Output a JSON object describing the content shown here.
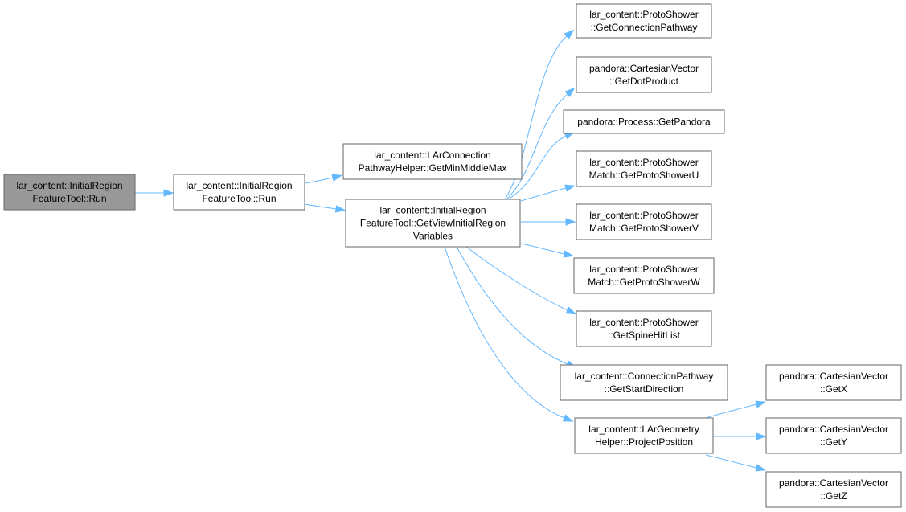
{
  "diagram": {
    "type": "call-graph",
    "colors": {
      "edge": "#63b8ff",
      "node_border": "#666666",
      "node_fill": "#ffffff",
      "root_fill": "#999999",
      "text": "#000000"
    },
    "nodes": [
      {
        "id": "root",
        "lines": [
          "lar_content::InitialRegion",
          "FeatureTool::Run"
        ],
        "highlighted": true
      },
      {
        "id": "run",
        "lines": [
          "lar_content::InitialRegion",
          "FeatureTool::Run"
        ]
      },
      {
        "id": "minmid",
        "lines": [
          "lar_content::LArConnection",
          "PathwayHelper::GetMinMiddleMax"
        ]
      },
      {
        "id": "getview",
        "lines": [
          "lar_content::InitialRegion",
          "FeatureTool::GetViewInitialRegion",
          "Variables"
        ]
      },
      {
        "id": "connpath",
        "lines": [
          "lar_content::ProtoShower",
          "::GetConnectionPathway"
        ]
      },
      {
        "id": "dot",
        "lines": [
          "pandora::CartesianVector",
          "::GetDotProduct"
        ]
      },
      {
        "id": "pandora",
        "lines": [
          "pandora::Process::GetPandora"
        ]
      },
      {
        "id": "psu",
        "lines": [
          "lar_content::ProtoShower",
          "Match::GetProtoShowerU"
        ]
      },
      {
        "id": "psv",
        "lines": [
          "lar_content::ProtoShower",
          "Match::GetProtoShowerV"
        ]
      },
      {
        "id": "psw",
        "lines": [
          "lar_content::ProtoShower",
          "Match::GetProtoShowerW"
        ]
      },
      {
        "id": "spine",
        "lines": [
          "lar_content::ProtoShower",
          "::GetSpineHitList"
        ]
      },
      {
        "id": "startdir",
        "lines": [
          "lar_content::ConnectionPathway",
          "::GetStartDirection"
        ]
      },
      {
        "id": "project",
        "lines": [
          "lar_content::LArGeometry",
          "Helper::ProjectPosition"
        ]
      },
      {
        "id": "getx",
        "lines": [
          "pandora::CartesianVector",
          "::GetX"
        ]
      },
      {
        "id": "gety",
        "lines": [
          "pandora::CartesianVector",
          "::GetY"
        ]
      },
      {
        "id": "getz",
        "lines": [
          "pandora::CartesianVector",
          "::GetZ"
        ]
      }
    ],
    "edges": [
      {
        "from": "root",
        "to": "run"
      },
      {
        "from": "run",
        "to": "minmid"
      },
      {
        "from": "run",
        "to": "getview"
      },
      {
        "from": "getview",
        "to": "connpath"
      },
      {
        "from": "getview",
        "to": "dot"
      },
      {
        "from": "getview",
        "to": "pandora"
      },
      {
        "from": "getview",
        "to": "psu"
      },
      {
        "from": "getview",
        "to": "psv"
      },
      {
        "from": "getview",
        "to": "psw"
      },
      {
        "from": "getview",
        "to": "spine"
      },
      {
        "from": "getview",
        "to": "startdir"
      },
      {
        "from": "getview",
        "to": "project"
      },
      {
        "from": "project",
        "to": "getx"
      },
      {
        "from": "project",
        "to": "gety"
      },
      {
        "from": "project",
        "to": "getz"
      }
    ]
  }
}
